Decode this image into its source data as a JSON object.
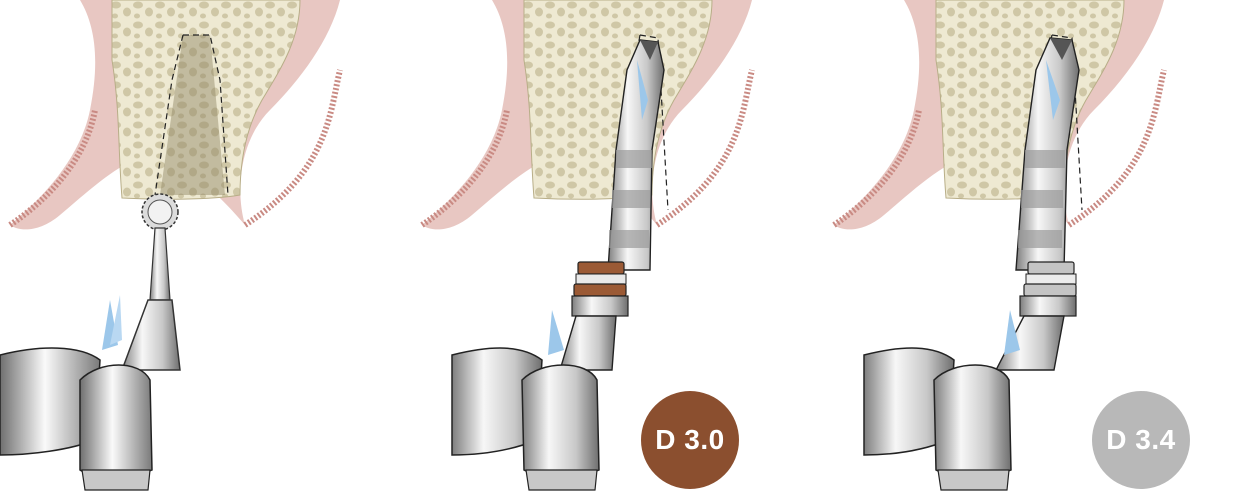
{
  "panels": [
    {
      "tool": "round-bur",
      "badge": null
    },
    {
      "tool": "twist-drill",
      "badge": {
        "label": "D 3.0",
        "color": "#8b4f2f"
      },
      "ring_color": "#9b5a35"
    },
    {
      "tool": "twist-drill",
      "badge": {
        "label": "D 3.4",
        "color": "#b8b8b8"
      },
      "ring_color": "#c4c4c4"
    }
  ],
  "colors": {
    "bone": "#eee9d2",
    "bone_pores": "#c9c1a0",
    "gum": "#e4bfba",
    "gum_edge": "#c98a83",
    "metal_light": "#f2f2f2",
    "metal_dark": "#8a8a8a",
    "water": "#9cc7ea"
  }
}
